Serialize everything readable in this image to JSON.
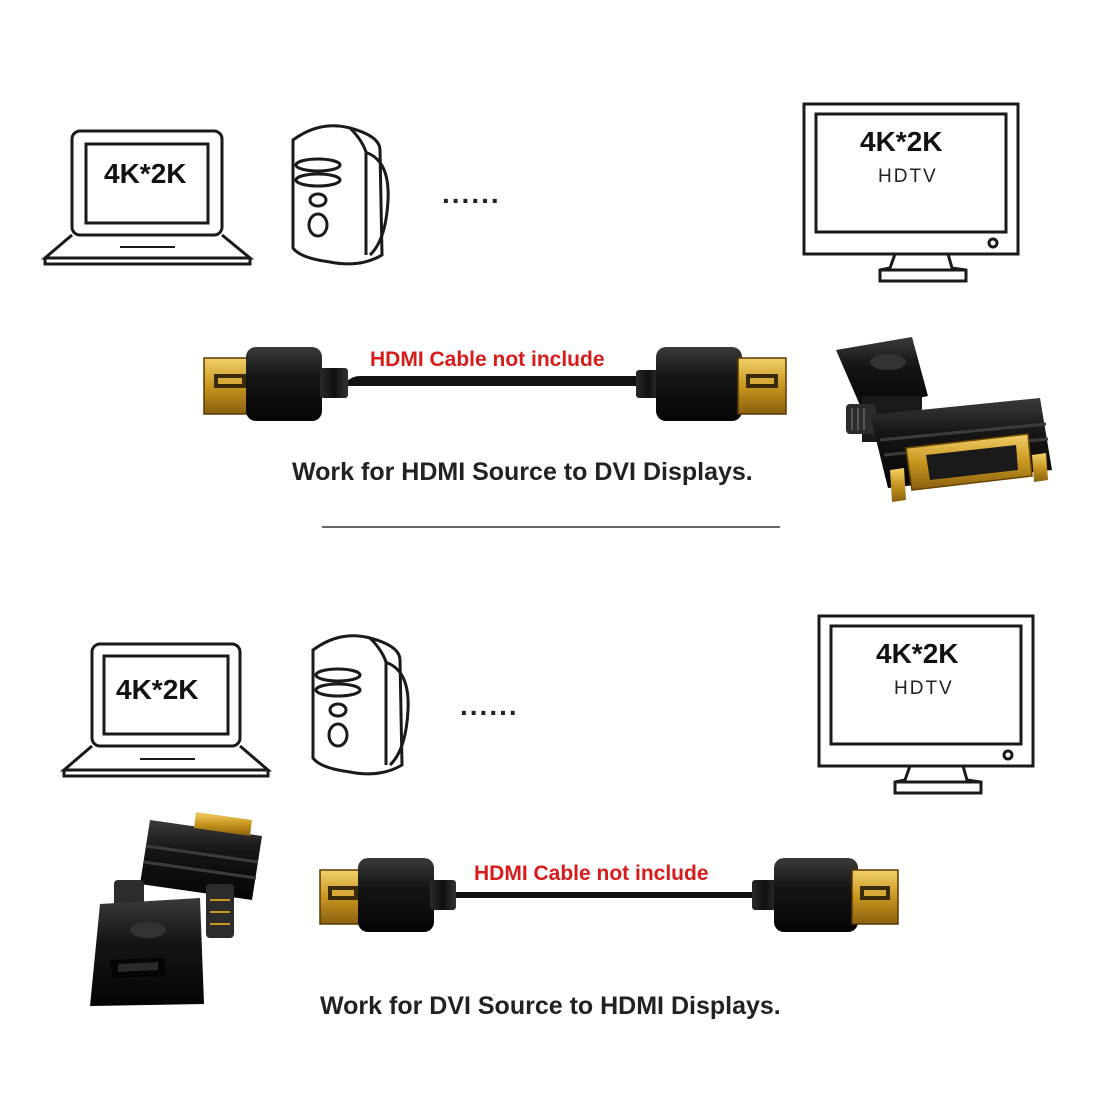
{
  "top": {
    "laptop_screen": "4K*2K",
    "dots": "......",
    "tv_screen": "4K*2K",
    "tv_sub": "HDTV",
    "cable_note": "HDMI Cable not include",
    "caption": "Work for HDMI Source to DVI Displays."
  },
  "bottom": {
    "laptop_screen": "4K*2K",
    "dots": "......",
    "tv_screen": "4K*2K",
    "tv_sub": "HDTV",
    "cable_note": "HDMI Cable not include",
    "caption": "Work for DVI Source to HDMI Displays."
  },
  "colors": {
    "outline": "#1a1a1a",
    "connector_gold": "#c8961e",
    "plug_black": "#151515",
    "note_red": "#d81b1b"
  },
  "icons": [
    "laptop-icon",
    "desktop-tower-icon",
    "monitor-icon",
    "hdmi-plug-icon",
    "dvi-hdmi-adapter-icon"
  ]
}
